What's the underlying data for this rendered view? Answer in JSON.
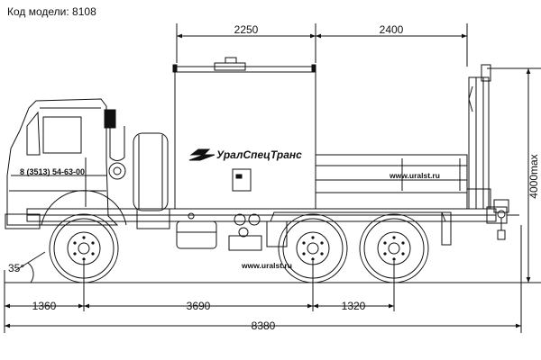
{
  "model_label": "Код модели: 8108",
  "brand": "УралСпецТранс",
  "phone": "8 (3513) 54-63-00",
  "website": "www.uralst.ru",
  "dimensions": {
    "top_left": "2250",
    "top_right": "2400",
    "height": "4000max",
    "angle": "35°",
    "front_overhang": "1360",
    "wheelbase": "3690",
    "rear_axle_spacing": "1320",
    "overall_length": "8380"
  },
  "colors": {
    "line": "#111111",
    "background": "#ffffff"
  }
}
